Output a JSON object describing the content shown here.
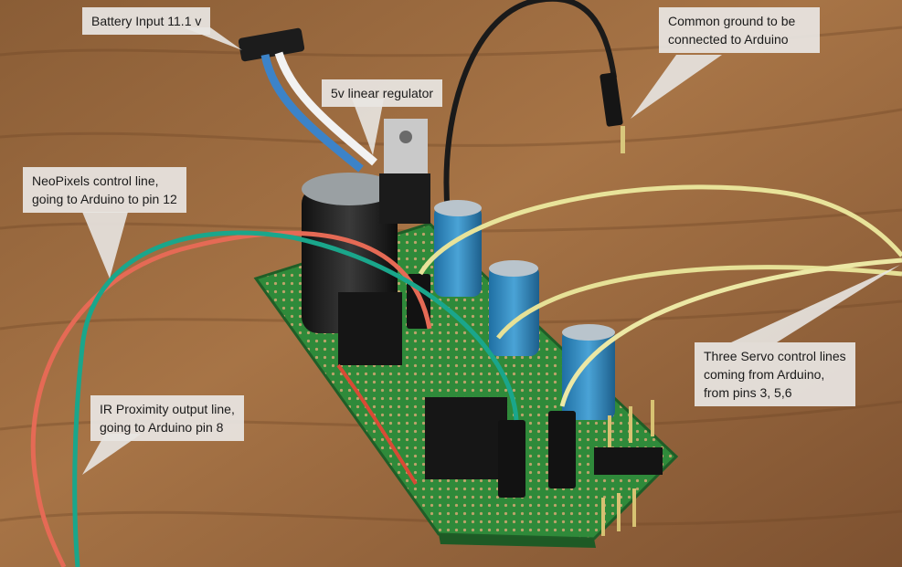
{
  "callouts": {
    "battery": {
      "lines": [
        "Battery Input 11.1 v"
      ]
    },
    "regulator": {
      "lines": [
        "5v linear regulator"
      ]
    },
    "ground": {
      "lines": [
        "Common ground to be",
        "connected to Arduino"
      ]
    },
    "neopixel": {
      "lines": [
        "NeoPixels control line,",
        "going to Arduino to pin 12"
      ]
    },
    "ir": {
      "lines": [
        "IR Proximity output line,",
        "going to Arduino pin 8"
      ]
    },
    "servo": {
      "lines": [
        "Three Servo control lines",
        "coming from Arduino,",
        "from pins 3, 5,6"
      ]
    }
  },
  "colors": {
    "table_wood": "#9a6a3f",
    "pcb_green": "#2f8a3a",
    "capacitor_blue": "#3b8fc4",
    "wire_red": "#e56a55",
    "wire_green": "#1aa68b",
    "wire_yellow": "#e8e39a",
    "callout_bg": "#e8e5e2"
  }
}
